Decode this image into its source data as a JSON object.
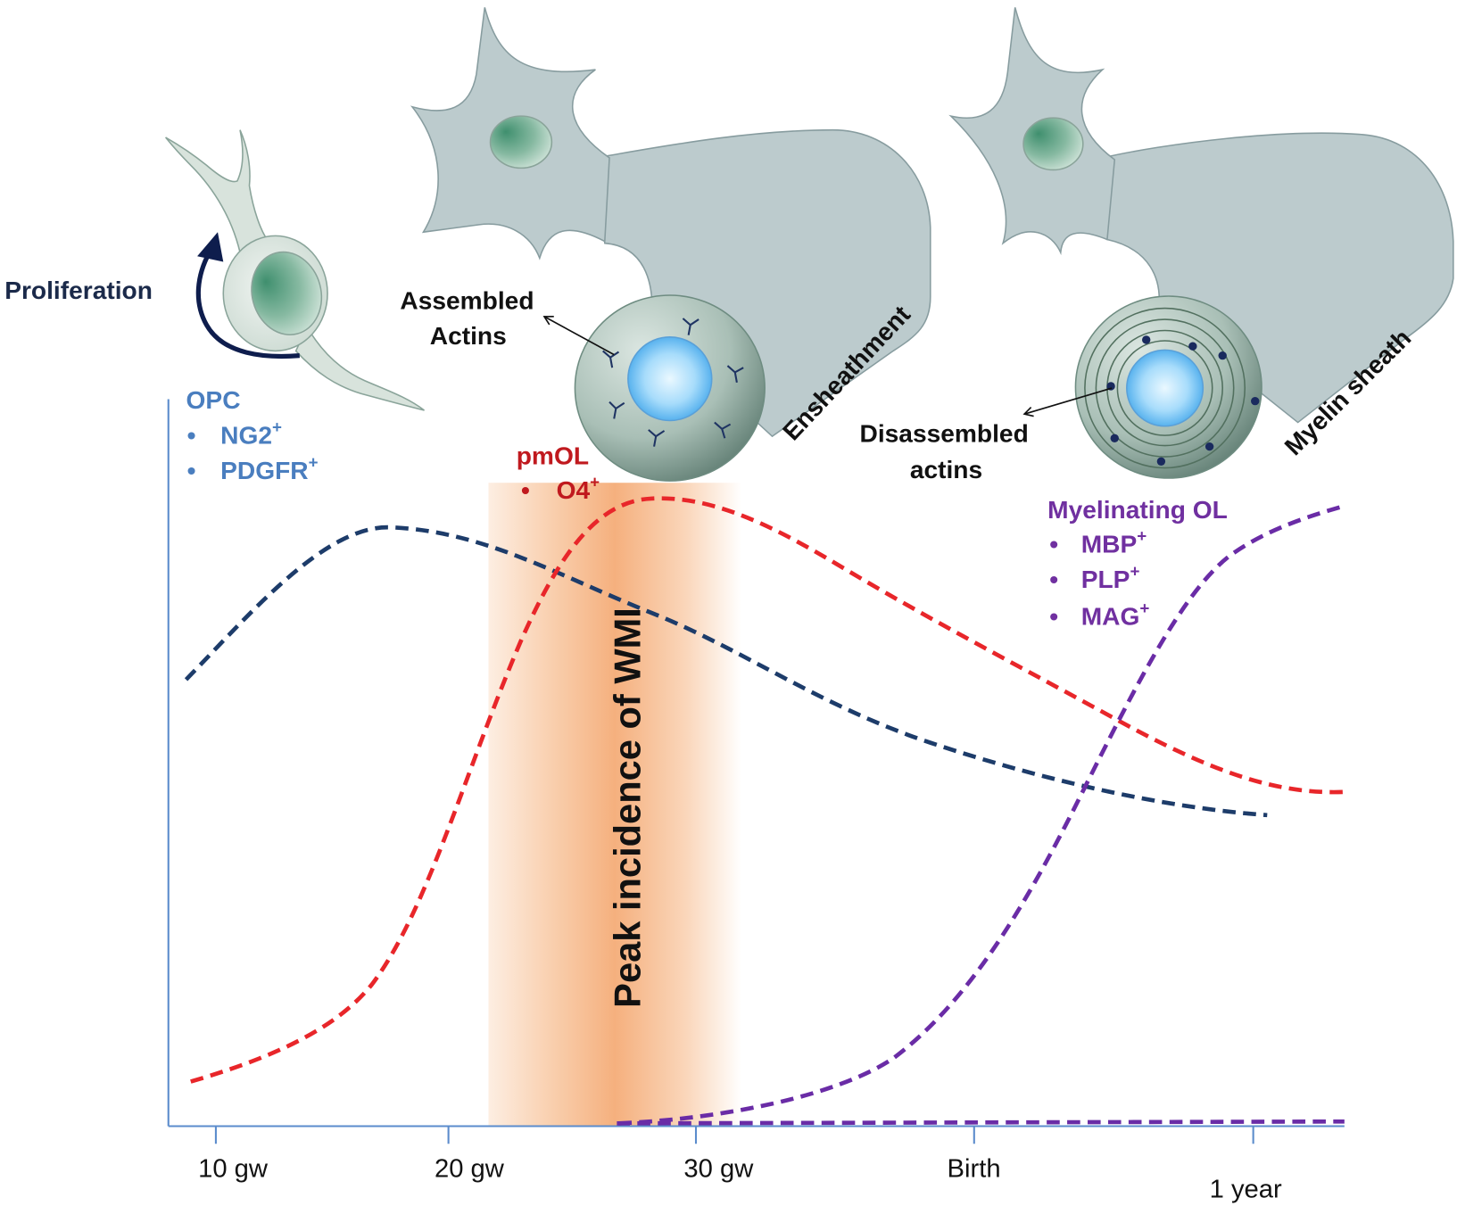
{
  "cells": {
    "proliferation_label": "Proliferation",
    "assembled_label": {
      "line1": "Assembled",
      "line2": "Actins"
    },
    "ensheathment_label": "Ensheathment",
    "disassembled_label": {
      "line1": "Disassembled",
      "line2": "actins"
    },
    "myelin_sheath_label": "Myelin sheath"
  },
  "stages": {
    "bullet": "•",
    "opc": {
      "title": "OPC",
      "markers": [
        {
          "name": "NG2",
          "sup": "+"
        },
        {
          "name": "PDGFR",
          "sup": "+"
        }
      ]
    },
    "pmol": {
      "title": "pmOL",
      "markers": [
        {
          "name": "O4",
          "sup": "+"
        }
      ]
    },
    "myelinating_ol": {
      "title": "Myelinating OL",
      "markers": [
        {
          "name": "MBP",
          "sup": "+"
        },
        {
          "name": "PLP",
          "sup": "+"
        },
        {
          "name": "MAG",
          "sup": "+"
        }
      ]
    }
  },
  "window_label": "Peak incidence of WMI",
  "x_axis": {
    "ticks": [
      "10 gw",
      "20 gw",
      "30 gw",
      "Birth",
      "1 year"
    ]
  },
  "colors": {
    "opc": "#4a7ebf",
    "opc_curve": "#1d3c6a",
    "pmol": "#c0191e",
    "pmol_curve": "#e8262a",
    "myelinating": "#7030a0",
    "myelinating_curve": "#6a2ca6",
    "axis": "#5b8ccc",
    "arrow": "#0e1d4d",
    "window": "#f5b07e"
  }
}
